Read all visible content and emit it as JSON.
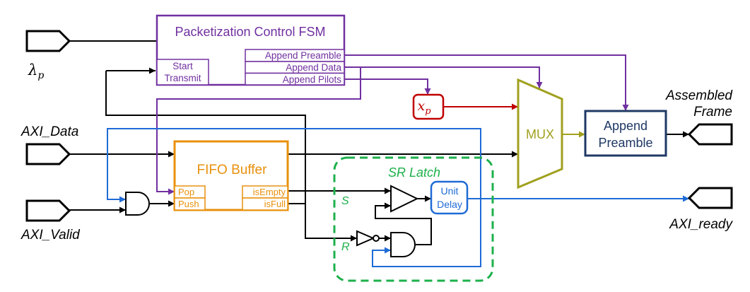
{
  "inputs": {
    "lambda": {
      "symbol": "λ",
      "subscript": "p"
    },
    "axi_data": "AXI_Data",
    "axi_valid": "AXI_Valid"
  },
  "outputs": {
    "assembled_frame": [
      "Assembled",
      "Frame"
    ],
    "axi_ready": "AXI_ready"
  },
  "fsm": {
    "title": "Packetization Control FSM",
    "start_transmit": [
      "Start",
      "Transmit"
    ],
    "outputs": [
      "Append Preamble",
      "Append Data",
      "Append Pilots"
    ]
  },
  "fifo": {
    "title": "FIFO Buffer",
    "inputs": [
      "Pop",
      "Push"
    ],
    "outputs": [
      "isEmpty",
      "isFull"
    ]
  },
  "sr_latch": {
    "title": "SR Latch",
    "set_label": "S",
    "reset_label": "R",
    "delay": [
      "Unit",
      "Delay"
    ]
  },
  "pilot_source": {
    "symbol": "x",
    "subscript": "p"
  },
  "mux": {
    "label": "MUX"
  },
  "append_preamble": [
    "Append",
    "Preamble"
  ],
  "colors": {
    "black": "#000000",
    "purple": "#7030A0",
    "orange": "#E8900C",
    "green": "#1DB04B",
    "blue": "#1F6BD6",
    "red": "#C00000",
    "olive": "#A0A01E",
    "navy": "#1F3864"
  }
}
